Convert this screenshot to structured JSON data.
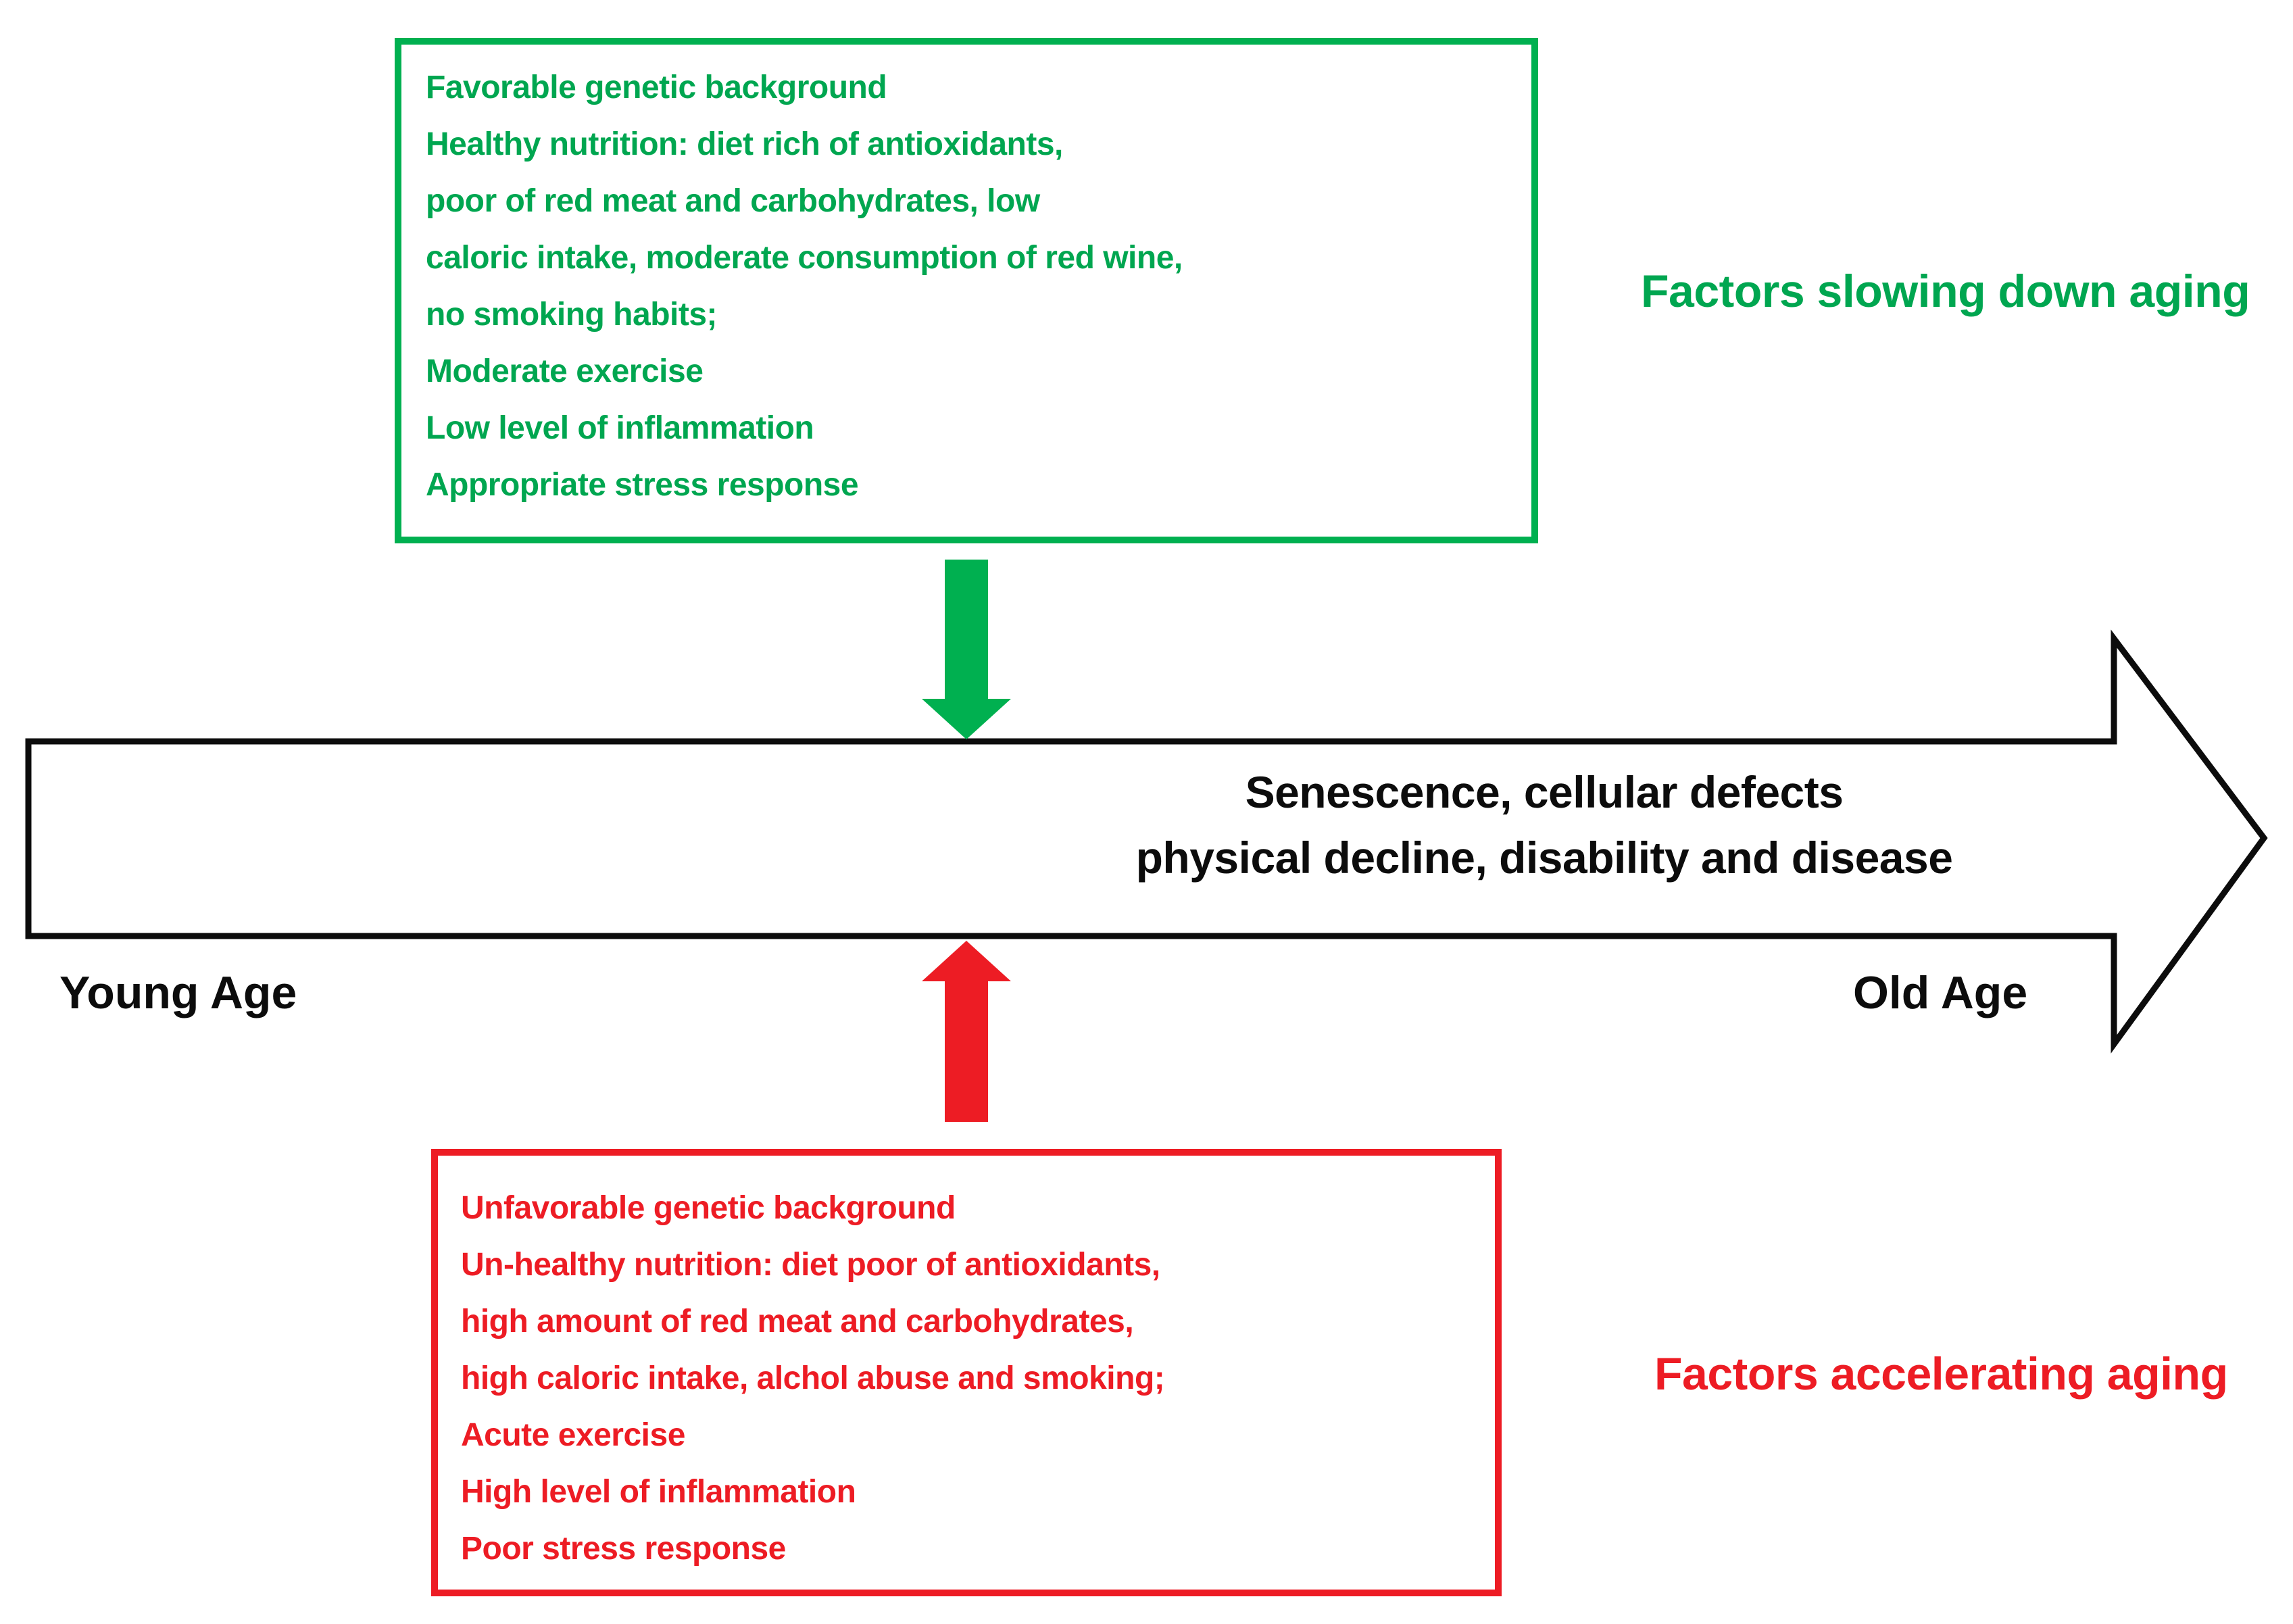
{
  "colors": {
    "green": "#00B050",
    "green_text": "#00A650",
    "red": "#ED1C24",
    "black": "#0c0c0c",
    "background": "#ffffff"
  },
  "slowing_box": {
    "label": "Factors slowing down aging",
    "lines": [
      "Favorable genetic background",
      "Healthy nutrition: diet rich of antioxidants,",
      "poor of red meat and carbohydrates, low",
      "caloric intake, moderate consumption of red wine,",
      "no smoking habits;",
      "Moderate exercise",
      "Low level of inflammation",
      "Appropriate stress response"
    ]
  },
  "accelerating_box": {
    "label": "Factors accelerating aging",
    "lines": [
      "Unfavorable genetic background",
      "Un-healthy nutrition: diet poor of antioxidants,",
      "high amount of red meat and carbohydrates,",
      "high caloric intake, alchol abuse and smoking;",
      "Acute exercise",
      "High level of inflammation",
      "Poor stress response"
    ]
  },
  "timeline": {
    "caption_line1": "Senescence, cellular defects",
    "caption_line2": "physical decline, disability and disease",
    "start_label": "Young Age",
    "end_label": "Old Age",
    "direction": "left-to-right"
  },
  "arrows": {
    "green_arrow": "down",
    "red_arrow": "up"
  }
}
